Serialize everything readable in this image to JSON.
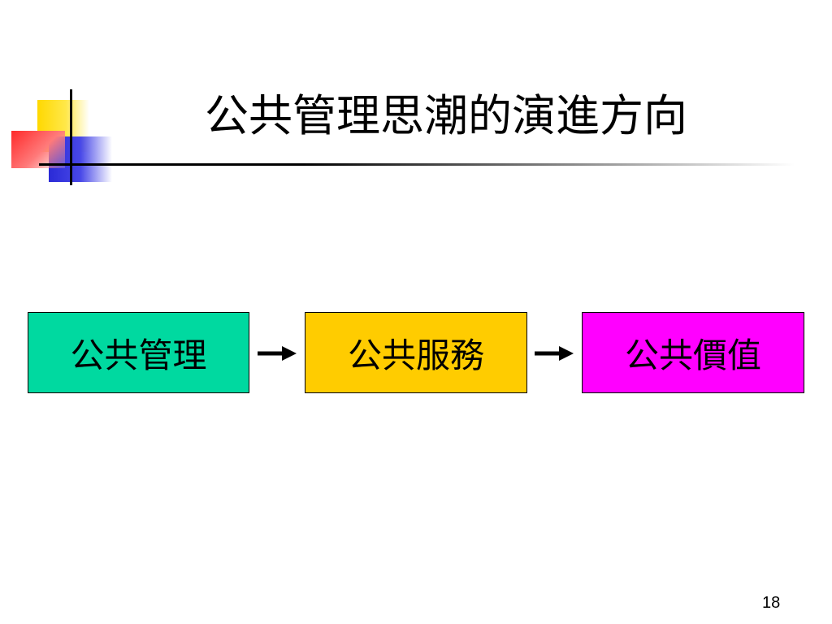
{
  "slide": {
    "title": "公共管理思潮的演進方向",
    "page_number": "18"
  },
  "flow": {
    "boxes": [
      {
        "label": "公共管理",
        "color": "#00d9a0"
      },
      {
        "label": "公共服務",
        "color": "#ffcc00"
      },
      {
        "label": "公共價值",
        "color": "#ff00ff"
      }
    ],
    "arrow_icon": "right-arrow-icon"
  },
  "decoration": {
    "colors": [
      "#ffd800",
      "#2a2ad6",
      "#ff2a2a"
    ]
  }
}
